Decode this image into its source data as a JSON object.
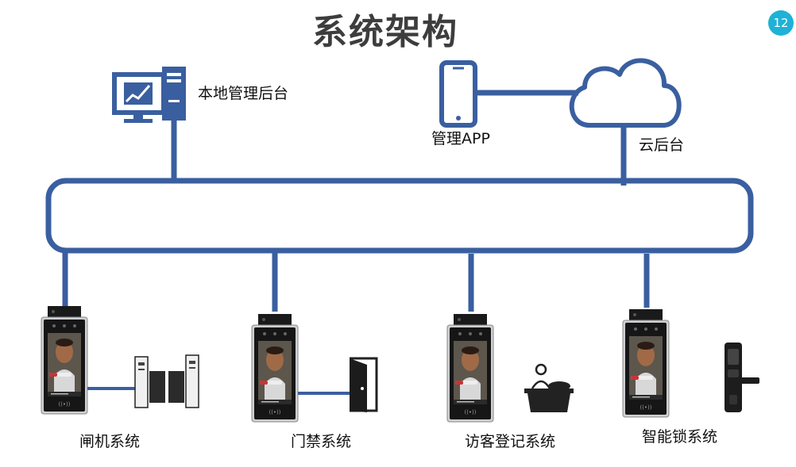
{
  "title": "系统架构",
  "page_number": "12",
  "nodes": {
    "local_admin": "本地管理后台",
    "mobile_app": "管理APP",
    "cloud": "云后台"
  },
  "subsystems": [
    {
      "label": "闸机系统",
      "device": "turnstile-gate"
    },
    {
      "label": "门禁系统",
      "device": "door"
    },
    {
      "label": "访客登记系统",
      "device": "reception-desk"
    },
    {
      "label": "智能锁系统",
      "device": "smart-lock"
    }
  ],
  "colors": {
    "line": "#3a5fa0",
    "badge": "#1eb2d6",
    "title": "#3d3d3d"
  }
}
